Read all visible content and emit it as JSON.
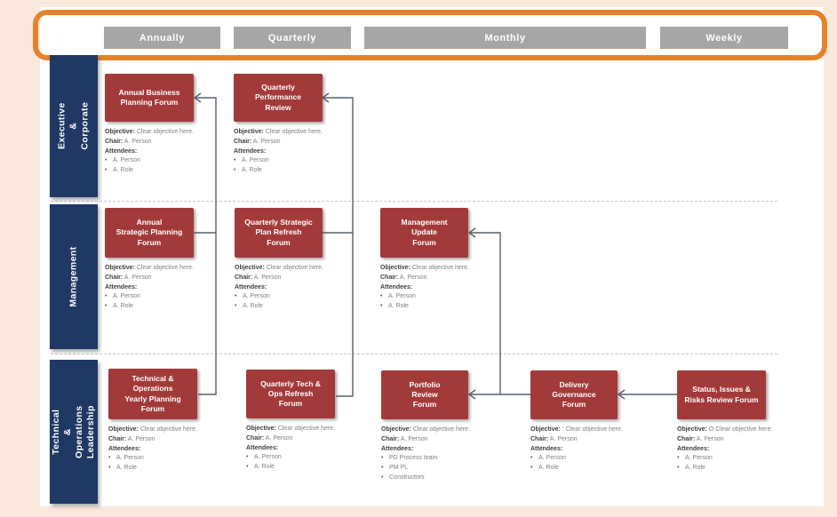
{
  "colors": {
    "background": "#FAE8DC",
    "panel": "#FFFFFF",
    "highlight_border": "#E5832C",
    "frequency_bar": "#A6A6A6",
    "row_label_bar": "#1F3864",
    "forum_box": "#A33A3A",
    "connector_line": "#55606E"
  },
  "frequencies": [
    {
      "label": "Annually"
    },
    {
      "label": "Quarterly"
    },
    {
      "label": "Monthly"
    },
    {
      "label": "Weekly"
    }
  ],
  "row_groups": [
    {
      "label": "Executive & Corporate"
    },
    {
      "label": "Management"
    },
    {
      "label": "Technical & Operations Leadership"
    }
  ],
  "field_labels": {
    "objective": "Objective:",
    "chair": "Chair:",
    "attendees": "Attendees:"
  },
  "forums": [
    {
      "title": "Annual Business\nPlanning Forum",
      "objective": "Clear objective here.",
      "chair": "A. Person",
      "attendees": [
        "A. Person",
        "A. Role"
      ]
    },
    {
      "title": "Quarterly\nPerformance\nReview",
      "objective": "Clear objective here.",
      "chair": "A. Person",
      "attendees": [
        "A. Person",
        "A. Role"
      ]
    },
    {
      "title": "Annual\nStrategic Planning\nForum",
      "objective": "Clear objective here.",
      "chair": "A. Person",
      "attendees": [
        "A. Person",
        "A. Role"
      ]
    },
    {
      "title": "Quarterly Strategic\nPlan Refresh\nForum",
      "objective": "Clear objective here.",
      "chair": "A. Person",
      "attendees": [
        "A. Person",
        "A. Role"
      ]
    },
    {
      "title": "Management\nUpdate\nForum",
      "objective": "Clear objective here.",
      "chair": "A. Person",
      "attendees": [
        "A. Person",
        "A. Role"
      ]
    },
    {
      "title": "Technical &\nOperations\nYearly Planning\nForum",
      "objective": "Clear objective here.",
      "chair": "A. Person",
      "attendees": [
        "A. Person",
        "A. Role"
      ]
    },
    {
      "title": "Quarterly Tech &\nOps Refresh\nForum",
      "objective": "Clear objective here.",
      "chair": "A. Person",
      "attendees": [
        "A. Person",
        "A. Role"
      ]
    },
    {
      "title": "Portfolio\nReview\nForum",
      "objective": "Clear objective here.",
      "chair": "A. Person",
      "attendees": [
        "PD Process team",
        "PM PL",
        "Constructors"
      ]
    },
    {
      "title": "Delivery\nGovernance\nForum",
      "objective": ": Clear objective here.",
      "chair": "A. Person",
      "attendees": [
        "A. Person",
        "A. Role"
      ]
    },
    {
      "title": "Status, Issues &\nRisks Review Forum",
      "objective": "O Clear objective here.",
      "chair": "A. Person",
      "attendees": [
        "A. Person",
        "A. Role"
      ]
    }
  ]
}
